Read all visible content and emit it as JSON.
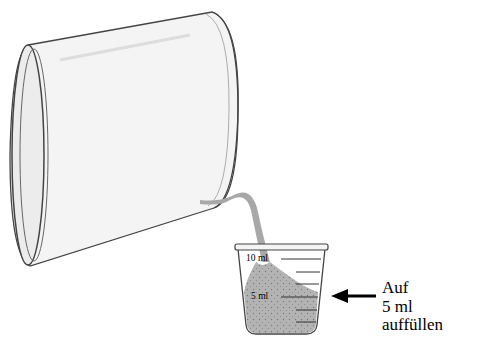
{
  "diagram": {
    "labels": [
      "10 ml",
      "5 ml",
      "Auf 5 ml auffüllen"
    ]
  }
}
